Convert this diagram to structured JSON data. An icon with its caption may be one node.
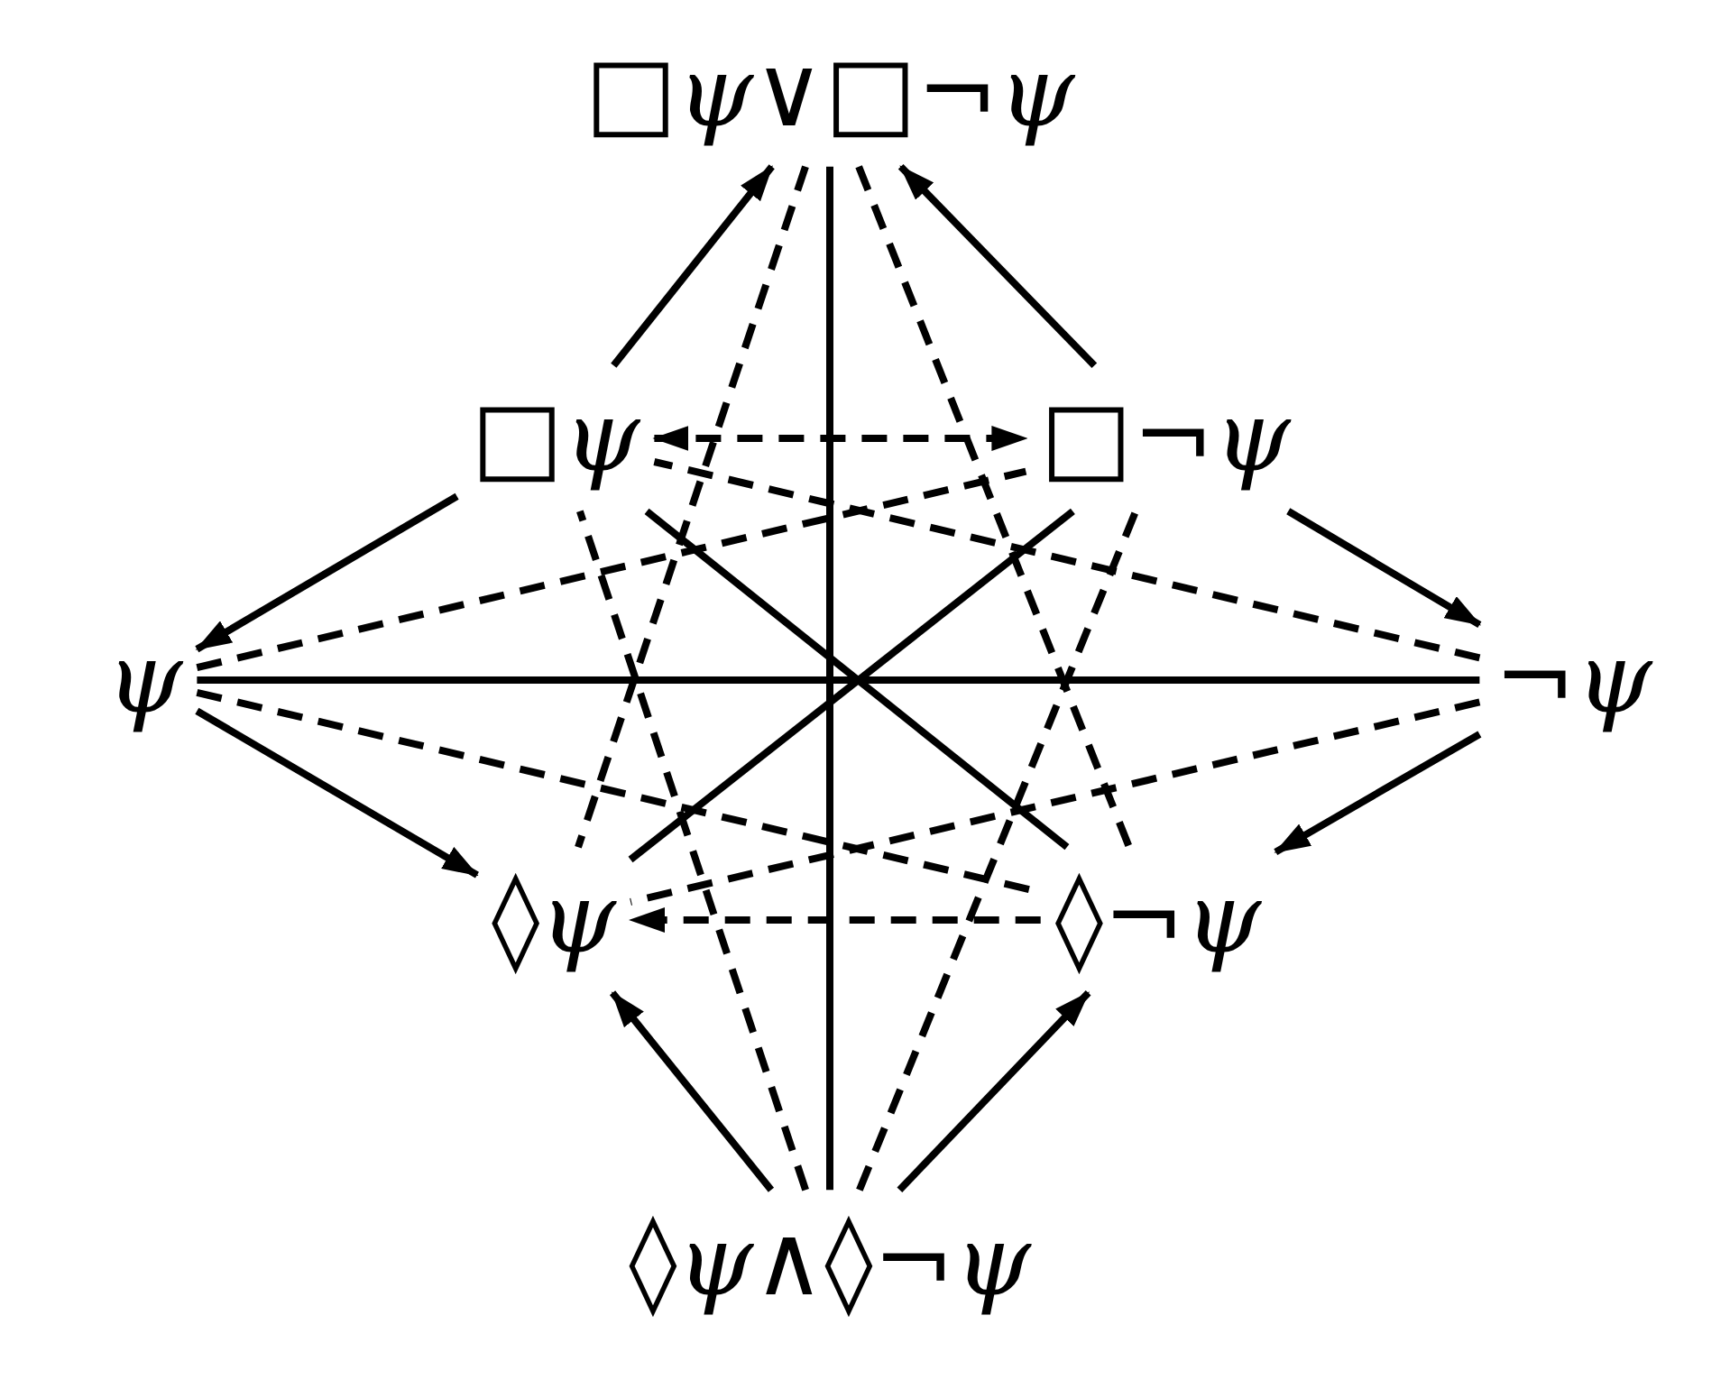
{
  "diagram": {
    "nodes": [
      {
        "text": [
          "□*ψ*∨□¬*ψ*"
        ]
      },
      {
        "text": [
          "□*ψ*"
        ]
      },
      {
        "text": [
          "□¬*ψ*"
        ]
      },
      {
        "text": [
          "*ψ*"
        ]
      },
      {
        "text": [
          "¬*ψ*"
        ]
      },
      {
        "text": [
          "◊*ψ*"
        ]
      },
      {
        "text": [
          "◊¬*ψ*"
        ]
      },
      {
        "text": [
          "◊*ψ*∧◊¬*ψ*"
        ]
      }
    ],
    "edges": [
      {
        "from": 1,
        "to": 0,
        "arrow": "to"
      },
      {
        "from": 2,
        "to": 0,
        "arrow": "to"
      },
      {
        "from": 1,
        "to": 3,
        "arrow": "to"
      },
      {
        "from": 2,
        "to": 4,
        "arrow": "to"
      },
      {
        "from": 3,
        "to": 5,
        "arrow": "to"
      },
      {
        "from": 4,
        "to": 6,
        "arrow": "to"
      },
      {
        "from": 7,
        "to": 5,
        "arrow": "to"
      },
      {
        "from": 7,
        "to": 6,
        "arrow": "to"
      },
      {
        "from": 0,
        "to": 7,
        "arrow": "none"
      },
      {
        "from": 3,
        "to": 4,
        "arrow": "none"
      },
      {
        "from": 1,
        "to": 6,
        "arrow": "none"
      },
      {
        "from": 2,
        "to": 5,
        "arrow": "none"
      },
      {
        "from": 1,
        "to": 2,
        "arrow": "both",
        "style": "dashed"
      },
      {
        "from": 6,
        "to": 5,
        "arrow": "to",
        "style": "dashed"
      },
      {
        "from": 0,
        "to": 5,
        "arrow": "none",
        "style": "dashed"
      },
      {
        "from": 0,
        "to": 6,
        "arrow": "none",
        "style": "dashed"
      },
      {
        "from": 7,
        "to": 1,
        "arrow": "none",
        "style": "dashed"
      },
      {
        "from": 7,
        "to": 2,
        "arrow": "none",
        "style": "dashed"
      },
      {
        "from": 3,
        "to": 2,
        "arrow": "none",
        "style": "dashed"
      },
      {
        "from": 4,
        "to": 1,
        "arrow": "none",
        "style": "dashed"
      },
      {
        "from": 3,
        "to": 6,
        "arrow": "none",
        "style": "dashed"
      },
      {
        "from": 4,
        "to": 5,
        "arrow": "none",
        "style": "dashed"
      }
    ]
  }
}
